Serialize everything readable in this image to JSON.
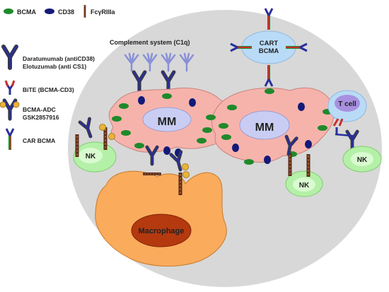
{
  "legend": {
    "bcma": "BCMA",
    "cd38": "CD38",
    "fcr": "FcγRIIIa",
    "antibody_line1": "Daratumumab (antiCD38)",
    "antibody_line2": "Elotuzumab (anti CS1)",
    "bite": "BiTE (BCMA-CD3)",
    "adc_line1": "BCMA-ADC",
    "adc_line2": "GSK2857916",
    "car": "CAR BCMA"
  },
  "diagram": {
    "complement": "Complement system (C1q)",
    "mm_left": "MM",
    "mm_right": "MM",
    "cart_line1": "CART",
    "cart_line2": "BCMA",
    "tcell": "T cell",
    "nk_left": "NK",
    "nk_center": "NK",
    "nk_right": "NK",
    "macrophage": "Macrophage"
  },
  "colors": {
    "background_ellipse": "#d8d8d8",
    "myeloma_cell": "#f6b3ac",
    "nucleus": "#c9cdf3",
    "bcma_marker": "#1f8a2a",
    "cd38_marker": "#141a78",
    "nk_cell": "#b5f0a8",
    "nk_inner": "#d9fbd0",
    "macrophage": "#fbab5c",
    "macrophage_nucleus": "#b5390f",
    "tcell": "#b9dbf7",
    "tcell_nucleus": "#a890e0",
    "antibody_blue": "#2a2f9a",
    "antibody_dark": "#3a3a3a",
    "bite_red": "#c8302a",
    "adc_gold": "#e8b43a"
  }
}
